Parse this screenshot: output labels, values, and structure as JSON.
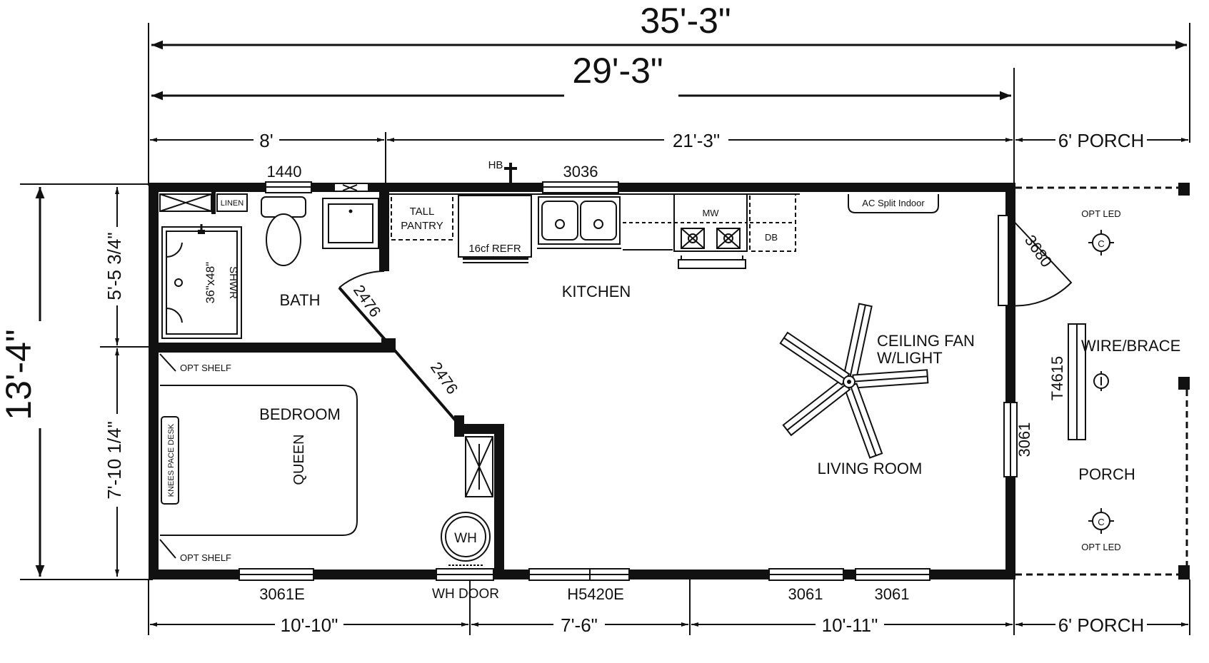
{
  "dimensions": {
    "overall_length": "35'-3\"",
    "house_length": "29'-3\"",
    "top_left_segment": "8'",
    "top_right_segment": "21'-3\"",
    "porch_top": "6' PORCH",
    "bottom_1": "10'-10\"",
    "bottom_2": "7'-6\"",
    "bottom_3": "10'-11\"",
    "porch_bottom": "6' PORCH",
    "overall_width": "13'-4\"",
    "left_upper": "5'-5 3/4\"",
    "left_lower": "7'-10 1/4\""
  },
  "rooms": {
    "bath": "BATH",
    "kitchen": "KITCHEN",
    "bedroom": "BEDROOM",
    "living_room": "LIVING ROOM",
    "porch": "PORCH"
  },
  "fixtures": {
    "linen": "LINEN",
    "shower_size": "36\"x48\"",
    "shower_word": "SHWR",
    "tall_pantry_1": "TALL",
    "tall_pantry_2": "PANTRY",
    "refrigerator": "16cf REFR",
    "microwave": "MW",
    "dishwasher": "DB",
    "ac_split": "AC Split Indoor",
    "hose_bib": "HB",
    "ceiling_fan_1": "CEILING FAN",
    "ceiling_fan_2": "W/LIGHT",
    "bed": "QUEEN",
    "knee_space_desk": "KNEES PACE DESK",
    "water_heater": "WH",
    "opt_shelf_top": "OPT SHELF",
    "opt_shelf_bottom": "OPT SHELF",
    "opt_led_top": "OPT LED",
    "opt_led_bottom": "OPT LED",
    "wire_brace": "WIRE/BRACE",
    "ceiling_symbol": "C"
  },
  "openings": {
    "bath_window": "1440",
    "kitchen_window": "3036",
    "entry_door": "3680",
    "living_side_window": "3061",
    "porch_post": "T4615",
    "bath_door": "2476",
    "bedroom_door": "2476",
    "bedroom_window": "3061E",
    "wh_door": "WH DOOR",
    "living_window_1": "H5420E",
    "living_window_2": "3061",
    "living_window_3": "3061"
  }
}
